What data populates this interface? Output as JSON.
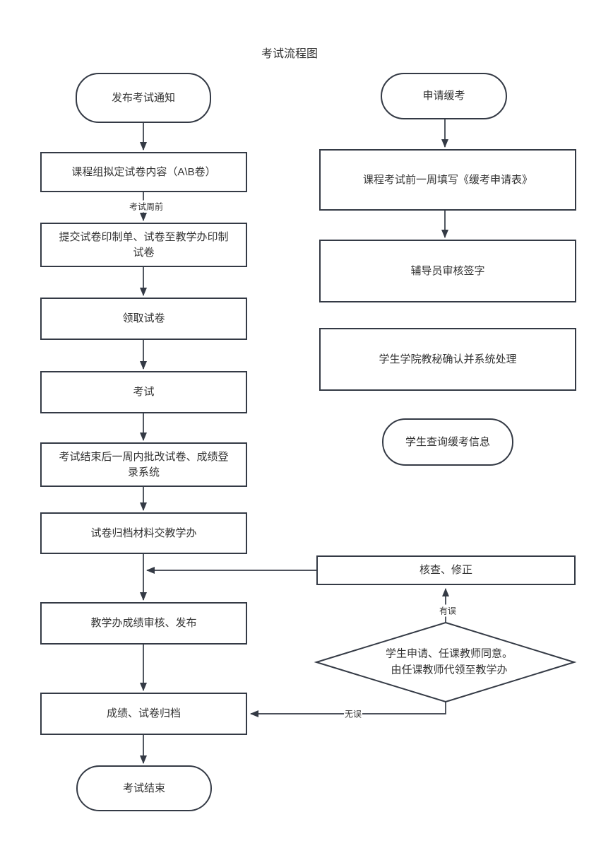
{
  "title": "考试流程图",
  "colors": {
    "line": "#343a45",
    "text": "#333333",
    "background": "#ffffff"
  },
  "left_flow": {
    "start": "发布考试通知",
    "steps": [
      "课程组拟定试卷内容（A\\B卷）",
      "提交试卷印制单、试卷至教学办印制试卷",
      "领取试卷",
      "考试",
      "考试结束后一周内批改试卷、成绩登录系统",
      "试卷归档材料交教学办",
      "教学办成绩审核、发布",
      "成绩、试卷归档"
    ],
    "end": "考试结束"
  },
  "right_flow": {
    "start": "申请缓考",
    "steps": [
      "课程考试前一周填写《缓考申请表》",
      "辅导员审核签字",
      "学生学院教秘确认并系统处理"
    ],
    "info": "学生查询缓考信息"
  },
  "correction": {
    "check_box": "核查、修正",
    "decision_line1": "学生申请、任课教师同意。",
    "decision_line2": "由任课教师代领至教学办"
  },
  "edge_labels": {
    "before_exam_week": "考试周前",
    "has_error": "有误",
    "no_error": "无误"
  }
}
